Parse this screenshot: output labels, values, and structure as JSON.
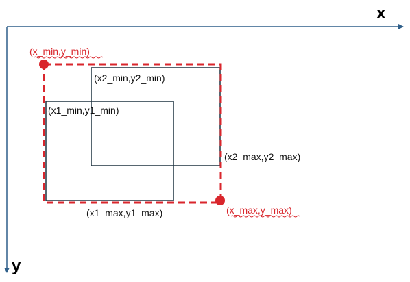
{
  "axes": {
    "x_label": "x",
    "y_label": "y",
    "color": "#2f5f8a"
  },
  "boxes": {
    "box1": {
      "top_left_label": "(x1_min,y1_min)",
      "bottom_right_label": "(x1_max,y1_max)"
    },
    "box2": {
      "top_left_label": "(x2_min,y2_min)",
      "bottom_right_label": "(x2_max,y2_max)"
    },
    "box_color": "#1f3340"
  },
  "union_box": {
    "top_left_label": "(x_min,y_min)",
    "bottom_right_label": "(x_max,y_max)",
    "color": "#d9262c"
  }
}
